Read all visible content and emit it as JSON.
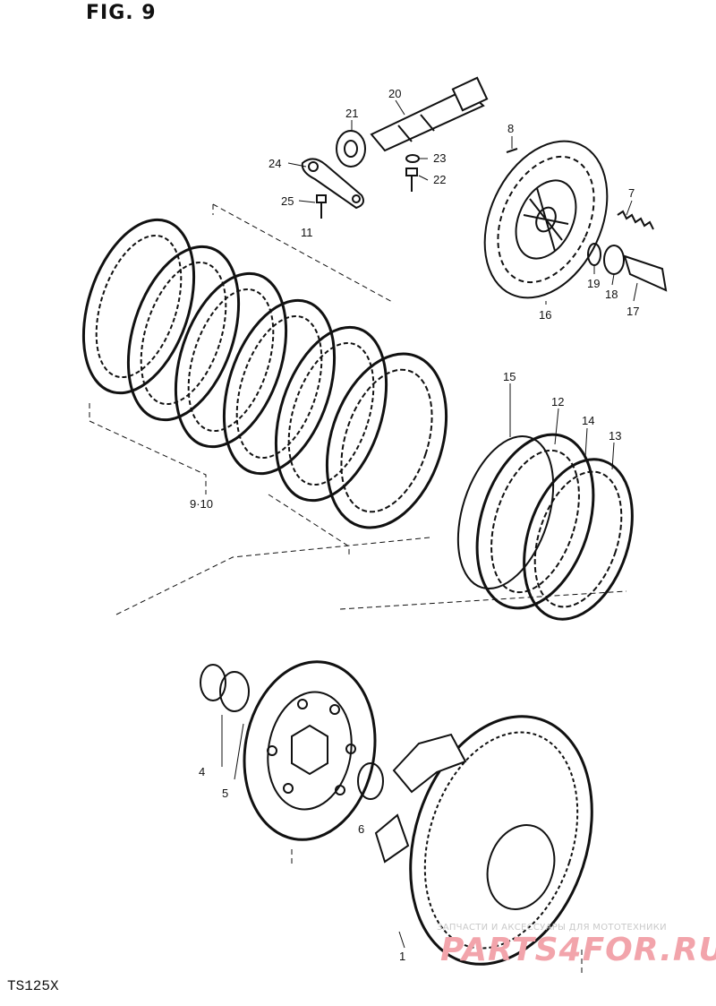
{
  "figure": {
    "title": "FIG. 9",
    "model": "TS125X"
  },
  "watermark": {
    "small": "ЗАПЧАСТИ И АКСЕССУАРЫ ДЛЯ МОТОТЕХНИКИ",
    "big": "PARTS4FOR.RU"
  },
  "colors": {
    "ink": "#111111",
    "watermark_big": "#f2a4ab",
    "watermark_small": "#c9c9c9"
  },
  "callouts": [
    {
      "id": "c20",
      "label": "20"
    },
    {
      "id": "c21",
      "label": "21"
    },
    {
      "id": "c24",
      "label": "24"
    },
    {
      "id": "c23",
      "label": "23"
    },
    {
      "id": "c22",
      "label": "22"
    },
    {
      "id": "c25",
      "label": "25"
    },
    {
      "id": "c11",
      "label": "11"
    },
    {
      "id": "c8",
      "label": "8"
    },
    {
      "id": "c7",
      "label": "7"
    },
    {
      "id": "c19",
      "label": "19"
    },
    {
      "id": "c18",
      "label": "18"
    },
    {
      "id": "c17",
      "label": "17"
    },
    {
      "id": "c16",
      "label": "16"
    },
    {
      "id": "c15",
      "label": "15"
    },
    {
      "id": "c12",
      "label": "12"
    },
    {
      "id": "c14",
      "label": "14"
    },
    {
      "id": "c13",
      "label": "13"
    },
    {
      "id": "c910",
      "label": "9·10"
    },
    {
      "id": "c4",
      "label": "4"
    },
    {
      "id": "c5",
      "label": "5"
    },
    {
      "id": "c6",
      "label": "6"
    },
    {
      "id": "c1",
      "label": "1"
    }
  ]
}
